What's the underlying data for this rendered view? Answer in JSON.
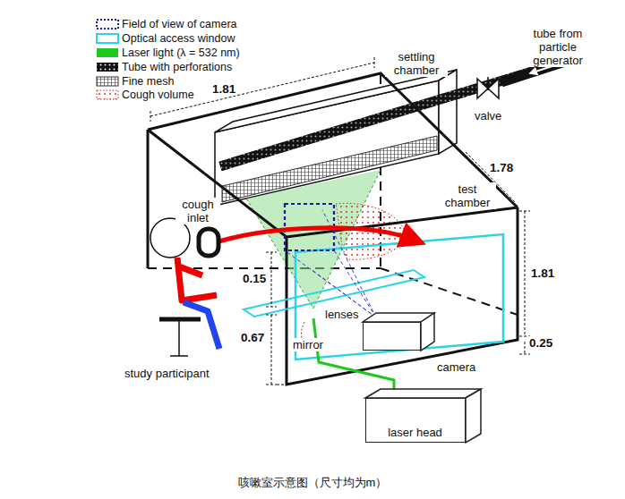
{
  "diagram": {
    "caption": "咳嗽室示意图（尺寸均为m）",
    "nodes": [
      {
        "text": [
          "camera"
        ]
      },
      {
        "text": [
          "laser head"
        ]
      }
    ],
    "labels": [
      "1.81",
      "settling chamber",
      "tube from particle generator",
      "valve",
      "1.78",
      "test chamber",
      "cough inlet",
      "0.15",
      "1.81",
      "0.25",
      "0.67",
      "lenses",
      "mirror",
      "study participant"
    ],
    "legend": [
      {
        "text": "Field of view of camera"
      },
      {
        "text": "Optical access window"
      },
      {
        "text": "Laser light (λ = 532 nm)",
        "color": "#1ec81e"
      },
      {
        "text": "Tube with perforations"
      },
      {
        "text": "Fine mesh"
      },
      {
        "text": "Cough volume"
      }
    ]
  }
}
